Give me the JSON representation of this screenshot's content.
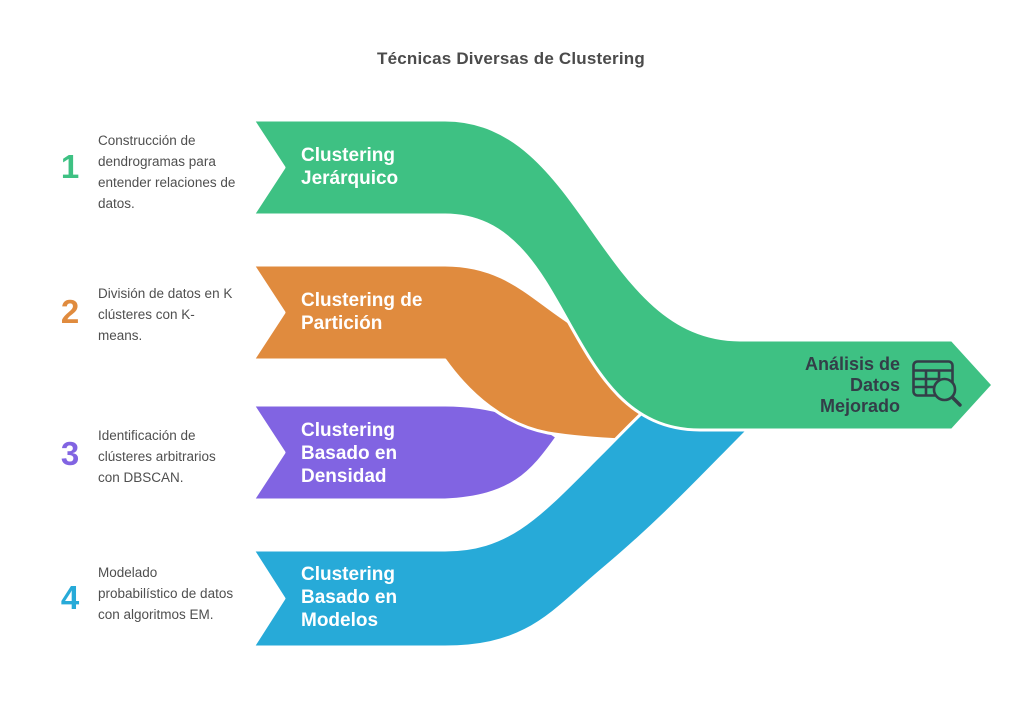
{
  "title": "Técnicas Diversas de Clustering",
  "items": [
    {
      "number": "1",
      "description": "Construcción de dendrogramas para entender relaciones de datos.",
      "label": "Clustering Jerárquico",
      "color": "#3ec183"
    },
    {
      "number": "2",
      "description": "División de datos en K clústeres con K-means.",
      "label": "Clustering de Partición",
      "color": "#e08b3e"
    },
    {
      "number": "3",
      "description": "Identificación de clústeres arbitrarios con DBSCAN.",
      "label": "Clustering Basado en Densidad",
      "color": "#8164e2"
    },
    {
      "number": "4",
      "description": "Modelado probabilístico de datos con algoritmos EM.",
      "label": "Clustering Basado en Modelos",
      "color": "#27aad8"
    }
  ],
  "output": {
    "label": "Análisis de Datos Mejorado",
    "icon": "table-search-icon",
    "color": "#3ec183",
    "text_color": "#333e48"
  }
}
